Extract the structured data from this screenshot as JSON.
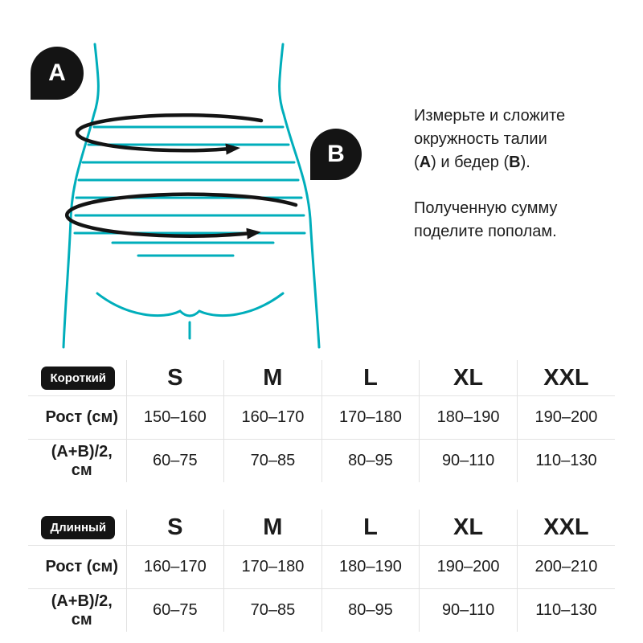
{
  "colors": {
    "accent": "#00AEBB",
    "ink": "#141414"
  },
  "figure": {
    "label_a": "A",
    "label_b": "B"
  },
  "instructions": {
    "p1": {
      "l1": "Измерьте и сложите",
      "l2": "окружность талии",
      "l3a": "(",
      "l3a_letter": "A",
      "l3b": ") и бедер (",
      "l3b_letter": "B",
      "l3c": ")."
    },
    "p2": {
      "l1": "Полученную сумму",
      "l2": "поделите пополам."
    }
  },
  "tables": [
    {
      "badge": "Короткий",
      "sizes": [
        "S",
        "M",
        "L",
        "XL",
        "XXL"
      ],
      "rows": [
        {
          "label": "Рост (см)",
          "values": [
            "150–160",
            "160–170",
            "170–180",
            "180–190",
            "190–200"
          ]
        },
        {
          "label": "(A+B)/2, см",
          "values": [
            "60–75",
            "70–85",
            "80–95",
            "90–110",
            "110–130"
          ]
        }
      ]
    },
    {
      "badge": "Длинный",
      "sizes": [
        "S",
        "M",
        "L",
        "XL",
        "XXL"
      ],
      "rows": [
        {
          "label": "Рост (см)",
          "values": [
            "160–170",
            "170–180",
            "180–190",
            "190–200",
            "200–210"
          ]
        },
        {
          "label": "(A+B)/2, см",
          "values": [
            "60–75",
            "70–85",
            "80–95",
            "90–110",
            "110–130"
          ]
        }
      ]
    }
  ]
}
